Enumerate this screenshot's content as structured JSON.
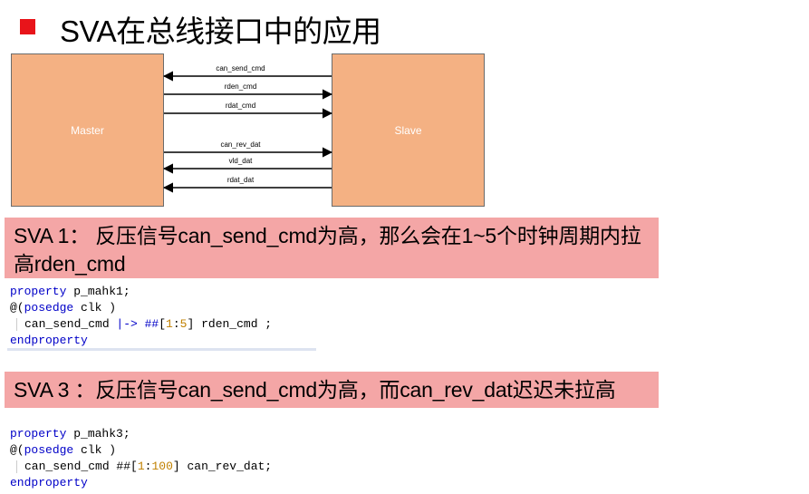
{
  "title": "SVA在总线接口中的应用",
  "diagram": {
    "master_label": "Master",
    "slave_label": "Slave",
    "signals": [
      {
        "name": "can_send_cmd",
        "direction": "to-master"
      },
      {
        "name": "rden_cmd",
        "direction": "to-slave"
      },
      {
        "name": "rdat_cmd",
        "direction": "to-slave"
      },
      {
        "name": "can_rev_dat",
        "direction": "to-slave"
      },
      {
        "name": "vld_dat",
        "direction": "to-master"
      },
      {
        "name": "rdat_dat",
        "direction": "to-master"
      }
    ]
  },
  "sva1": {
    "text": "SVA 1： 反压信号can_send_cmd为高，那么会在1~5个时钟周期内拉高rden_cmd",
    "code": {
      "line1_kw": "property",
      "line1_rest": " p_mahk1;",
      "line2_at": "@(",
      "line2_kw": "posedge",
      "line2_rest": " clk )",
      "line3_a": "can_send_cmd ",
      "line3_op": "|-> ##",
      "line3_b": "[",
      "line3_n1": "1",
      "line3_c": ":",
      "line3_n2": "5",
      "line3_d": "] rden_cmd ;",
      "line4_kw": "endproperty"
    }
  },
  "sva3": {
    "text": "SVA 3 ：反压信号can_send_cmd为高，而can_rev_dat迟迟未拉高",
    "code": {
      "line1_kw": "property",
      "line1_rest": " p_mahk3;",
      "line2_at": "@(",
      "line2_kw": "posedge",
      "line2_rest": " clk )",
      "line3_a": "can_send_cmd ",
      "line3_op": "##",
      "line3_b": "[",
      "line3_n1": "1",
      "line3_c": ":",
      "line3_n2": "100",
      "line3_d": "] can_rev_dat;",
      "line4_kw": "endproperty"
    }
  }
}
